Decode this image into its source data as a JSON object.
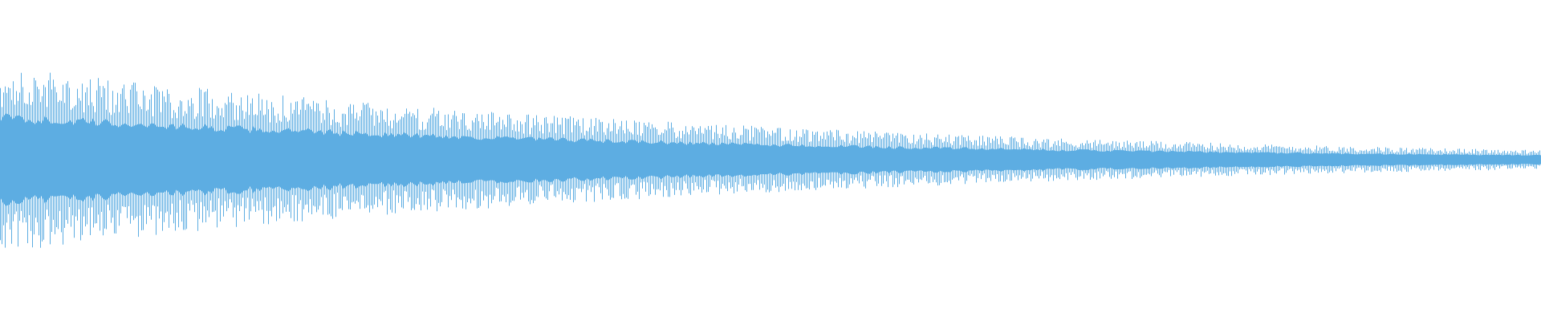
{
  "waveform": {
    "color": "#5dade2",
    "background": "#ffffff",
    "description": "audio-waveform",
    "envelope": {
      "start_amplitude": 0.58,
      "end_amplitude": 0.06,
      "decay_profile": "exponential",
      "core_fraction": 0.45
    }
  }
}
